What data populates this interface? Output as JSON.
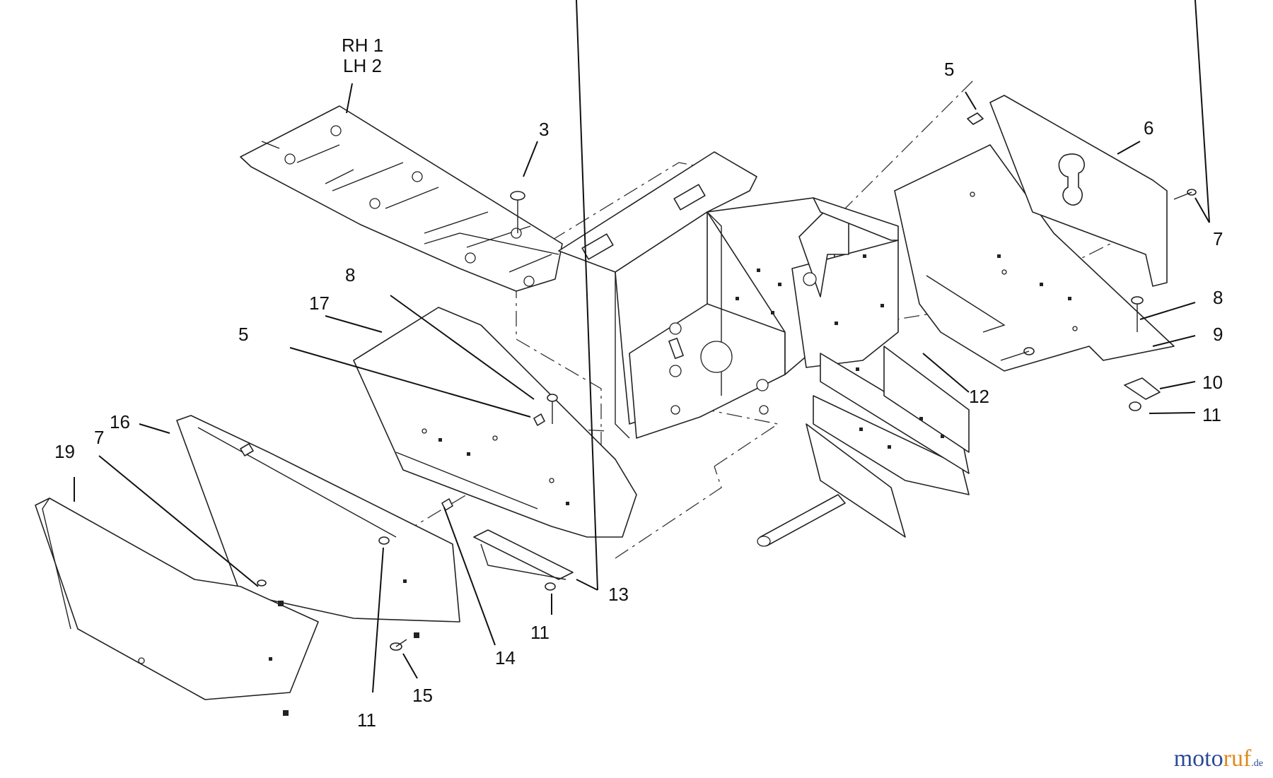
{
  "diagram": {
    "callouts": [
      {
        "id": "rh1",
        "text": "RH 1"
      },
      {
        "id": "lh2",
        "text": "LH 2"
      },
      {
        "id": "c3",
        "text": "3"
      },
      {
        "id": "c5a",
        "text": "5"
      },
      {
        "id": "c6",
        "text": "6"
      },
      {
        "id": "c7a",
        "text": "7"
      },
      {
        "id": "c8a",
        "text": "8"
      },
      {
        "id": "c9",
        "text": "9"
      },
      {
        "id": "c10",
        "text": "10"
      },
      {
        "id": "c11a",
        "text": "11"
      },
      {
        "id": "c12",
        "text": "12"
      },
      {
        "id": "c8b",
        "text": "8"
      },
      {
        "id": "c17",
        "text": "17"
      },
      {
        "id": "c5b",
        "text": "5"
      },
      {
        "id": "c16",
        "text": "16"
      },
      {
        "id": "c7b",
        "text": "7"
      },
      {
        "id": "c19",
        "text": "19"
      },
      {
        "id": "c13",
        "text": "13"
      },
      {
        "id": "c11b",
        "text": "11"
      },
      {
        "id": "c14",
        "text": "14"
      },
      {
        "id": "c15",
        "text": "15"
      },
      {
        "id": "c11c",
        "text": "11"
      }
    ]
  },
  "watermark": {
    "part1": "moto",
    "part2": "ruf",
    "part3": ".de"
  }
}
